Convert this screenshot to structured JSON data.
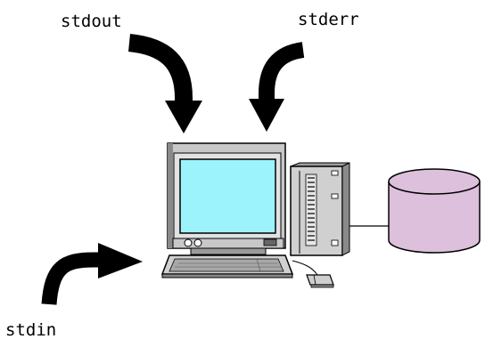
{
  "streams": {
    "stdout": "stdout",
    "stderr": "stderr",
    "stdin": "stdin"
  },
  "colors": {
    "arrow": "#000000",
    "screen": "#9cf3fb",
    "monitor_body": "#c8c8c8",
    "monitor_shadow": "#8a8a8a",
    "database": "#dcc0dc",
    "outline": "#000000"
  },
  "icons": {
    "computer": "desktop-computer-icon",
    "tower": "tower-case-icon",
    "keyboard": "keyboard-icon",
    "mouse": "mouse-icon",
    "database": "database-cylinder-icon"
  }
}
